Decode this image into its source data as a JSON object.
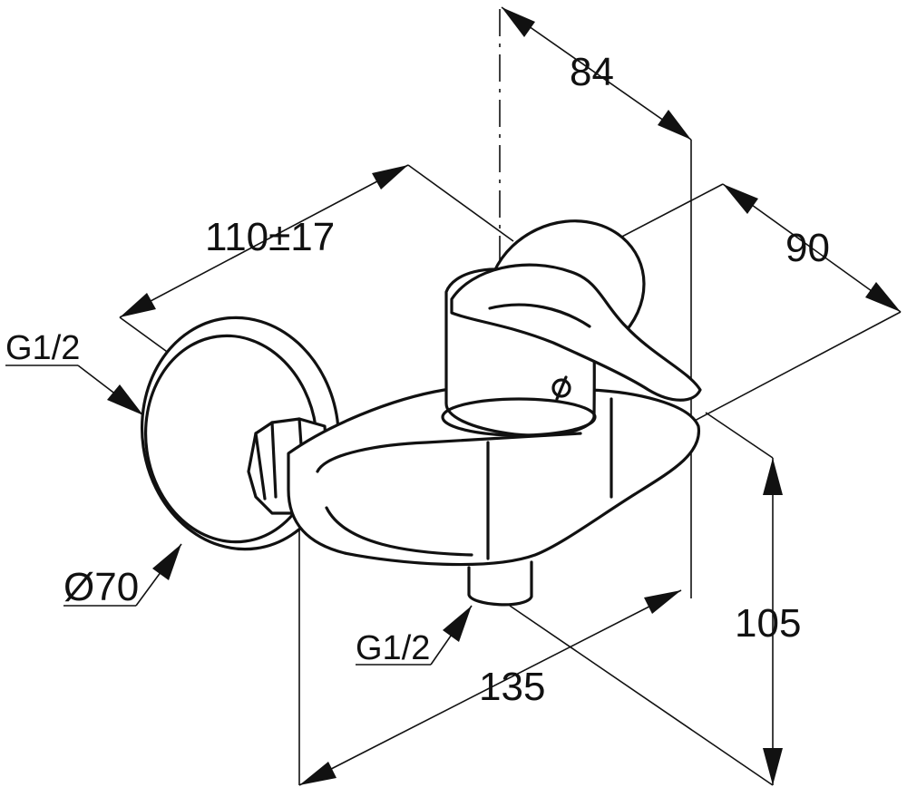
{
  "dimensions": {
    "depth_84": "84",
    "width_90": "90",
    "length_110": "110±17",
    "thread_inlet": "G1/2",
    "thread_outlet": "G1/2",
    "diameter_70": "Ø70",
    "width_135": "135",
    "height_105": "105"
  }
}
